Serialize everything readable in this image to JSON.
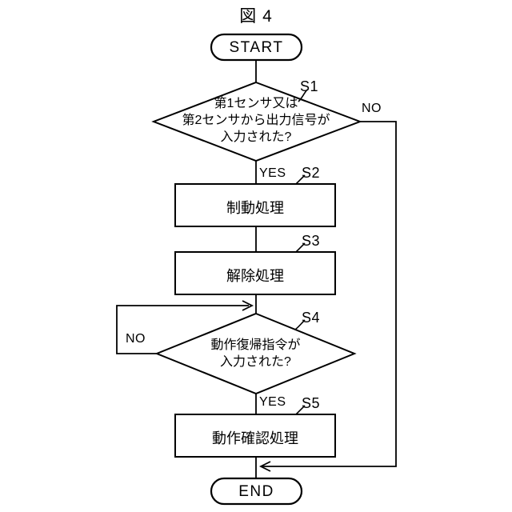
{
  "figure": {
    "title": "図 4"
  },
  "nodes": {
    "start": {
      "label": "START",
      "type": "terminator"
    },
    "s1": {
      "ref": "S1",
      "type": "decision",
      "text": "第1センサ又は\n第2センサから出力信号が\n入力された?",
      "yes_label": "YES",
      "no_label": "NO"
    },
    "s2": {
      "ref": "S2",
      "type": "process",
      "text": "制動処理"
    },
    "s3": {
      "ref": "S3",
      "type": "process",
      "text": "解除処理"
    },
    "s4": {
      "ref": "S4",
      "type": "decision",
      "text": "動作復帰指令が\n入力された?",
      "yes_label": "YES",
      "no_label": "NO"
    },
    "s5": {
      "ref": "S5",
      "type": "process",
      "text": "動作確認処理"
    },
    "end": {
      "label": "END",
      "type": "terminator"
    }
  },
  "colors": {
    "stroke": "#000000",
    "background": "#ffffff"
  }
}
